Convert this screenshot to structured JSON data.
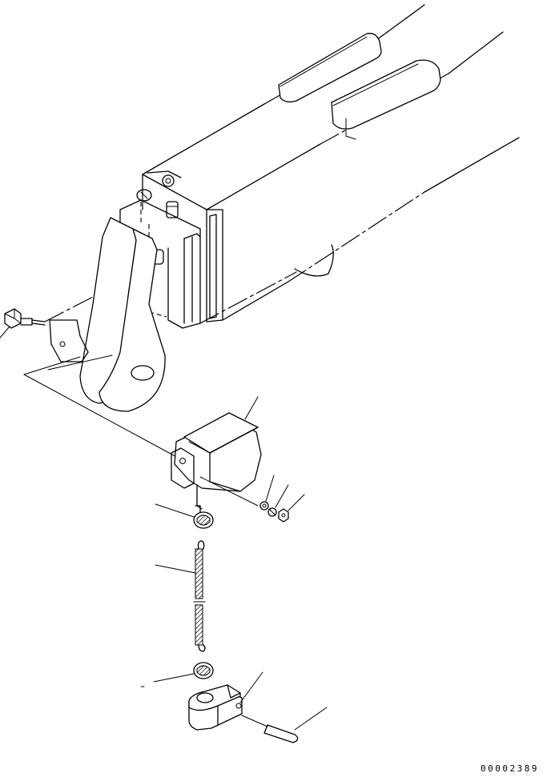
{
  "drawing_number": "00002389",
  "parts": [
    {
      "name": "boom-assembly"
    },
    {
      "name": "bolt"
    },
    {
      "name": "weight-block"
    },
    {
      "name": "washer"
    },
    {
      "name": "lock-washer"
    },
    {
      "name": "nut"
    },
    {
      "name": "upper-wire-thimble"
    },
    {
      "name": "wire-rope"
    },
    {
      "name": "lower-wire-thimble"
    },
    {
      "name": "clevis-socket"
    },
    {
      "name": "pin"
    }
  ]
}
